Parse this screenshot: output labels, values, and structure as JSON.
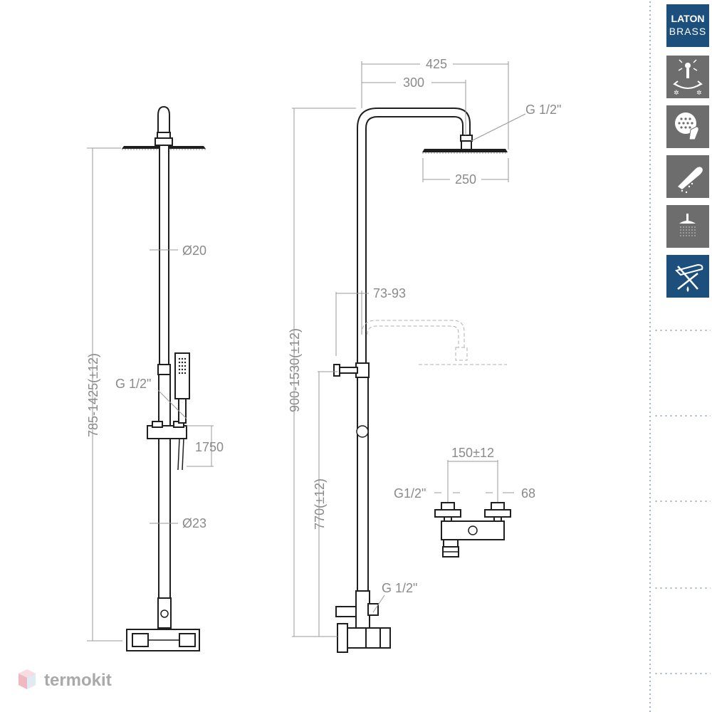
{
  "dimensions": {
    "left_view": {
      "total_height": "785-1425(±12)",
      "pipe_diameter_top": "Ø20",
      "connection": "G 1/2\"",
      "hose_length": "1750",
      "pipe_diameter_bottom": "Ø23"
    },
    "right_view": {
      "width_total": "425",
      "width_arm": "300",
      "head_connection": "G 1/2\"",
      "head_diameter": "250",
      "total_height": "900-1530(±12)",
      "adjust_range": "73-93",
      "mixer_height": "770(±12)",
      "bottom_connection": "G 1/2\""
    },
    "mixer_view": {
      "centers": "150±12",
      "inlet": "G1/2\"",
      "inlet_length": "68"
    }
  },
  "sidebar": {
    "badge_line1": "LATON",
    "badge_line2": "BRASS",
    "icons": [
      "thermostat-icon",
      "anti-limescale-icon",
      "hand-shower-icon",
      "rain-shower-icon",
      "no-abrasive-cleaning-icon"
    ]
  },
  "brand": {
    "name": "termokit"
  },
  "colors": {
    "badge_blue": "#1d4f7c",
    "icon_gray": "#6d6d6d",
    "dimension_gray": "#8a8a8a",
    "line_black": "#1f1f1f"
  }
}
